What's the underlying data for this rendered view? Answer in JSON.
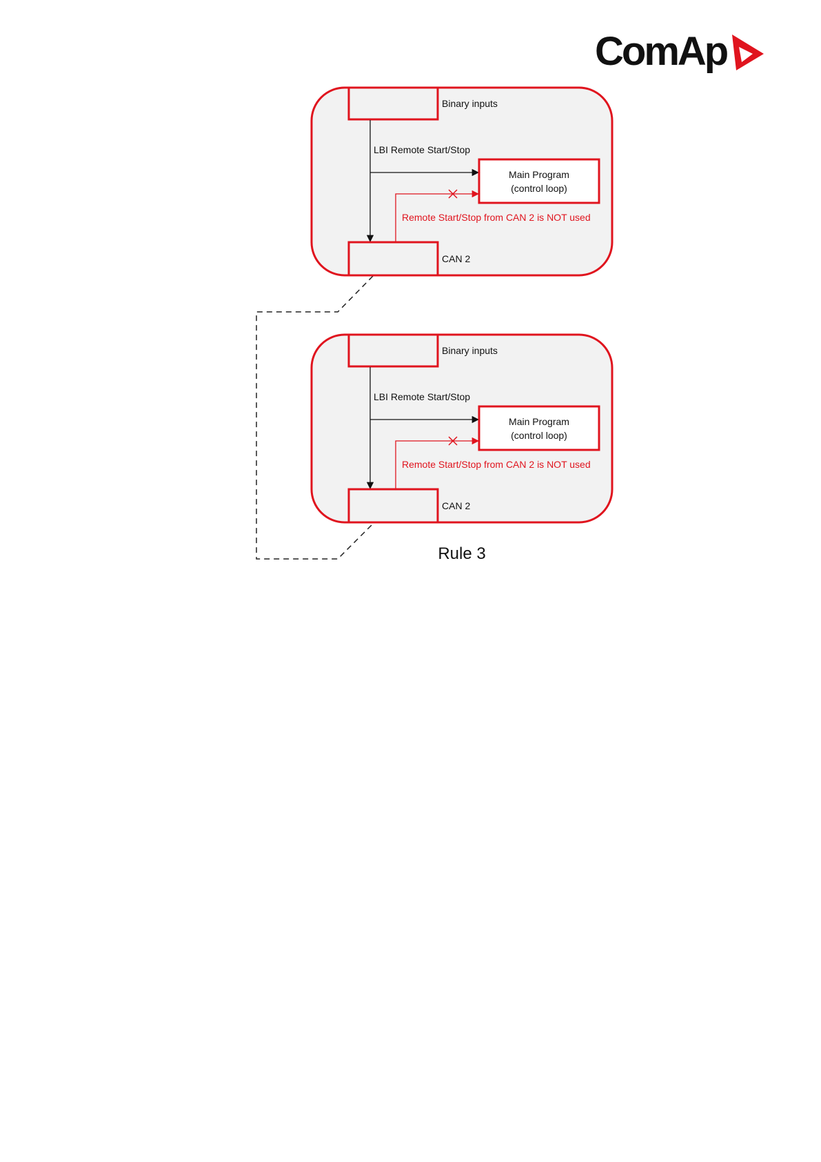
{
  "brand": {
    "logo_text": "ComAp",
    "accent_color": "#e0141e"
  },
  "diagram": {
    "caption": "Rule 3",
    "units": [
      {
        "binary_inputs_label": "Binary inputs",
        "signal_label": "LBI Remote Start/Stop",
        "main_program_line1": "Main Program",
        "main_program_line2": "(control loop)",
        "blocked_note": "Remote Start/Stop from CAN 2 is NOT used",
        "can_label": "CAN 2"
      },
      {
        "binary_inputs_label": "Binary inputs",
        "signal_label": "LBI Remote Start/Stop",
        "main_program_line1": "Main Program",
        "main_program_line2": "(control loop)",
        "blocked_note": "Remote Start/Stop from CAN 2 is NOT used",
        "can_label": "CAN 2"
      }
    ]
  }
}
